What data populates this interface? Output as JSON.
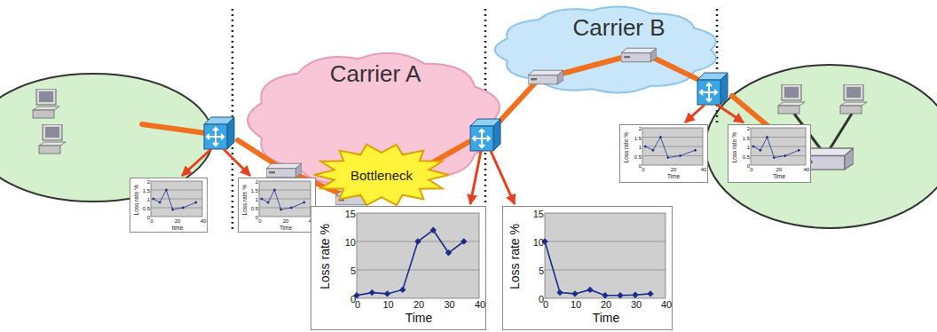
{
  "diagram": {
    "nodes": [
      {
        "text": [
          "Carrier A"
        ]
      },
      {
        "text": [
          "Bottleneck"
        ]
      },
      {
        "text": [
          "Carrier B"
        ]
      },
      {
        "text": [
          "Loss rate %",
          "time",
          "0",
          "0.5",
          "1",
          "1.5",
          "2",
          "0",
          "20",
          "40"
        ]
      },
      {
        "text": [
          "Loss rate %",
          "Time",
          "0",
          "0.5",
          "1",
          "1.5",
          "2",
          "0",
          "20",
          "40"
        ]
      },
      {
        "text": [
          "Loss rate %",
          "Time",
          "0",
          "5",
          "10",
          "15",
          "0",
          "10",
          "20",
          "30",
          "40"
        ]
      },
      {
        "text": [
          "Loss rate %",
          "Time",
          "0",
          "5",
          "10",
          "15",
          "0",
          "10",
          "20",
          "30",
          "40"
        ]
      },
      {
        "text": [
          "Loss rate %",
          "Time",
          "0",
          "0.5",
          "1",
          "1.5",
          "2",
          "0",
          "20",
          "40"
        ]
      },
      {
        "text": [
          "Loss rate %",
          "Time",
          "0",
          "0.5",
          "1",
          "1.5",
          "2",
          "0",
          "20",
          "40"
        ]
      }
    ]
  }
}
